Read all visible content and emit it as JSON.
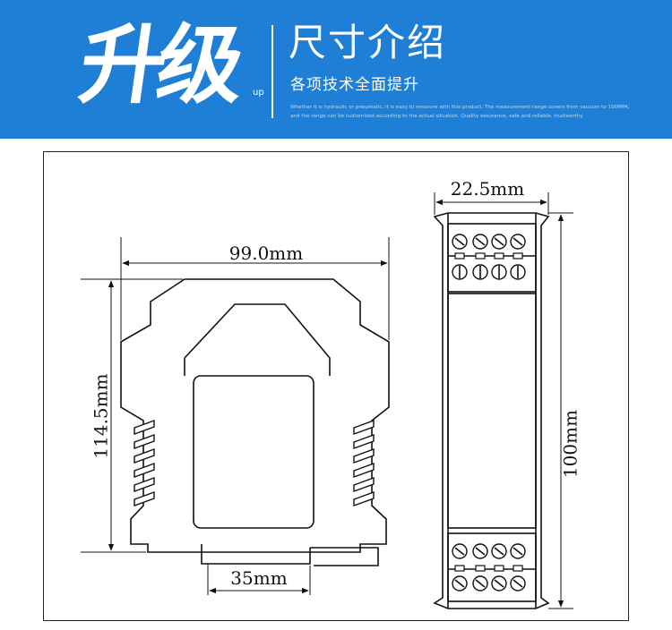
{
  "banner": {
    "logo_text": "升级",
    "logo_superscript": "up",
    "title": "尺寸介绍",
    "subtitle": "各项技术全面提升",
    "fine_print_line1": "Whether it is hydraulic or pneumatic, it is easy to measure with this product. The measurement range covers from vacuum to 100MPA,",
    "fine_print_line2": "and the range can be customized according to the actual situation. Quality assurance, safe and reliable, trustworthy",
    "background_color": "#1f7fd6"
  },
  "drawing": {
    "front_view": {
      "width_label": "99.0mm",
      "height_label": "114.5mm",
      "rail_label": "35mm"
    },
    "side_view": {
      "width_label": "22.5mm",
      "height_label": "100mm"
    }
  }
}
